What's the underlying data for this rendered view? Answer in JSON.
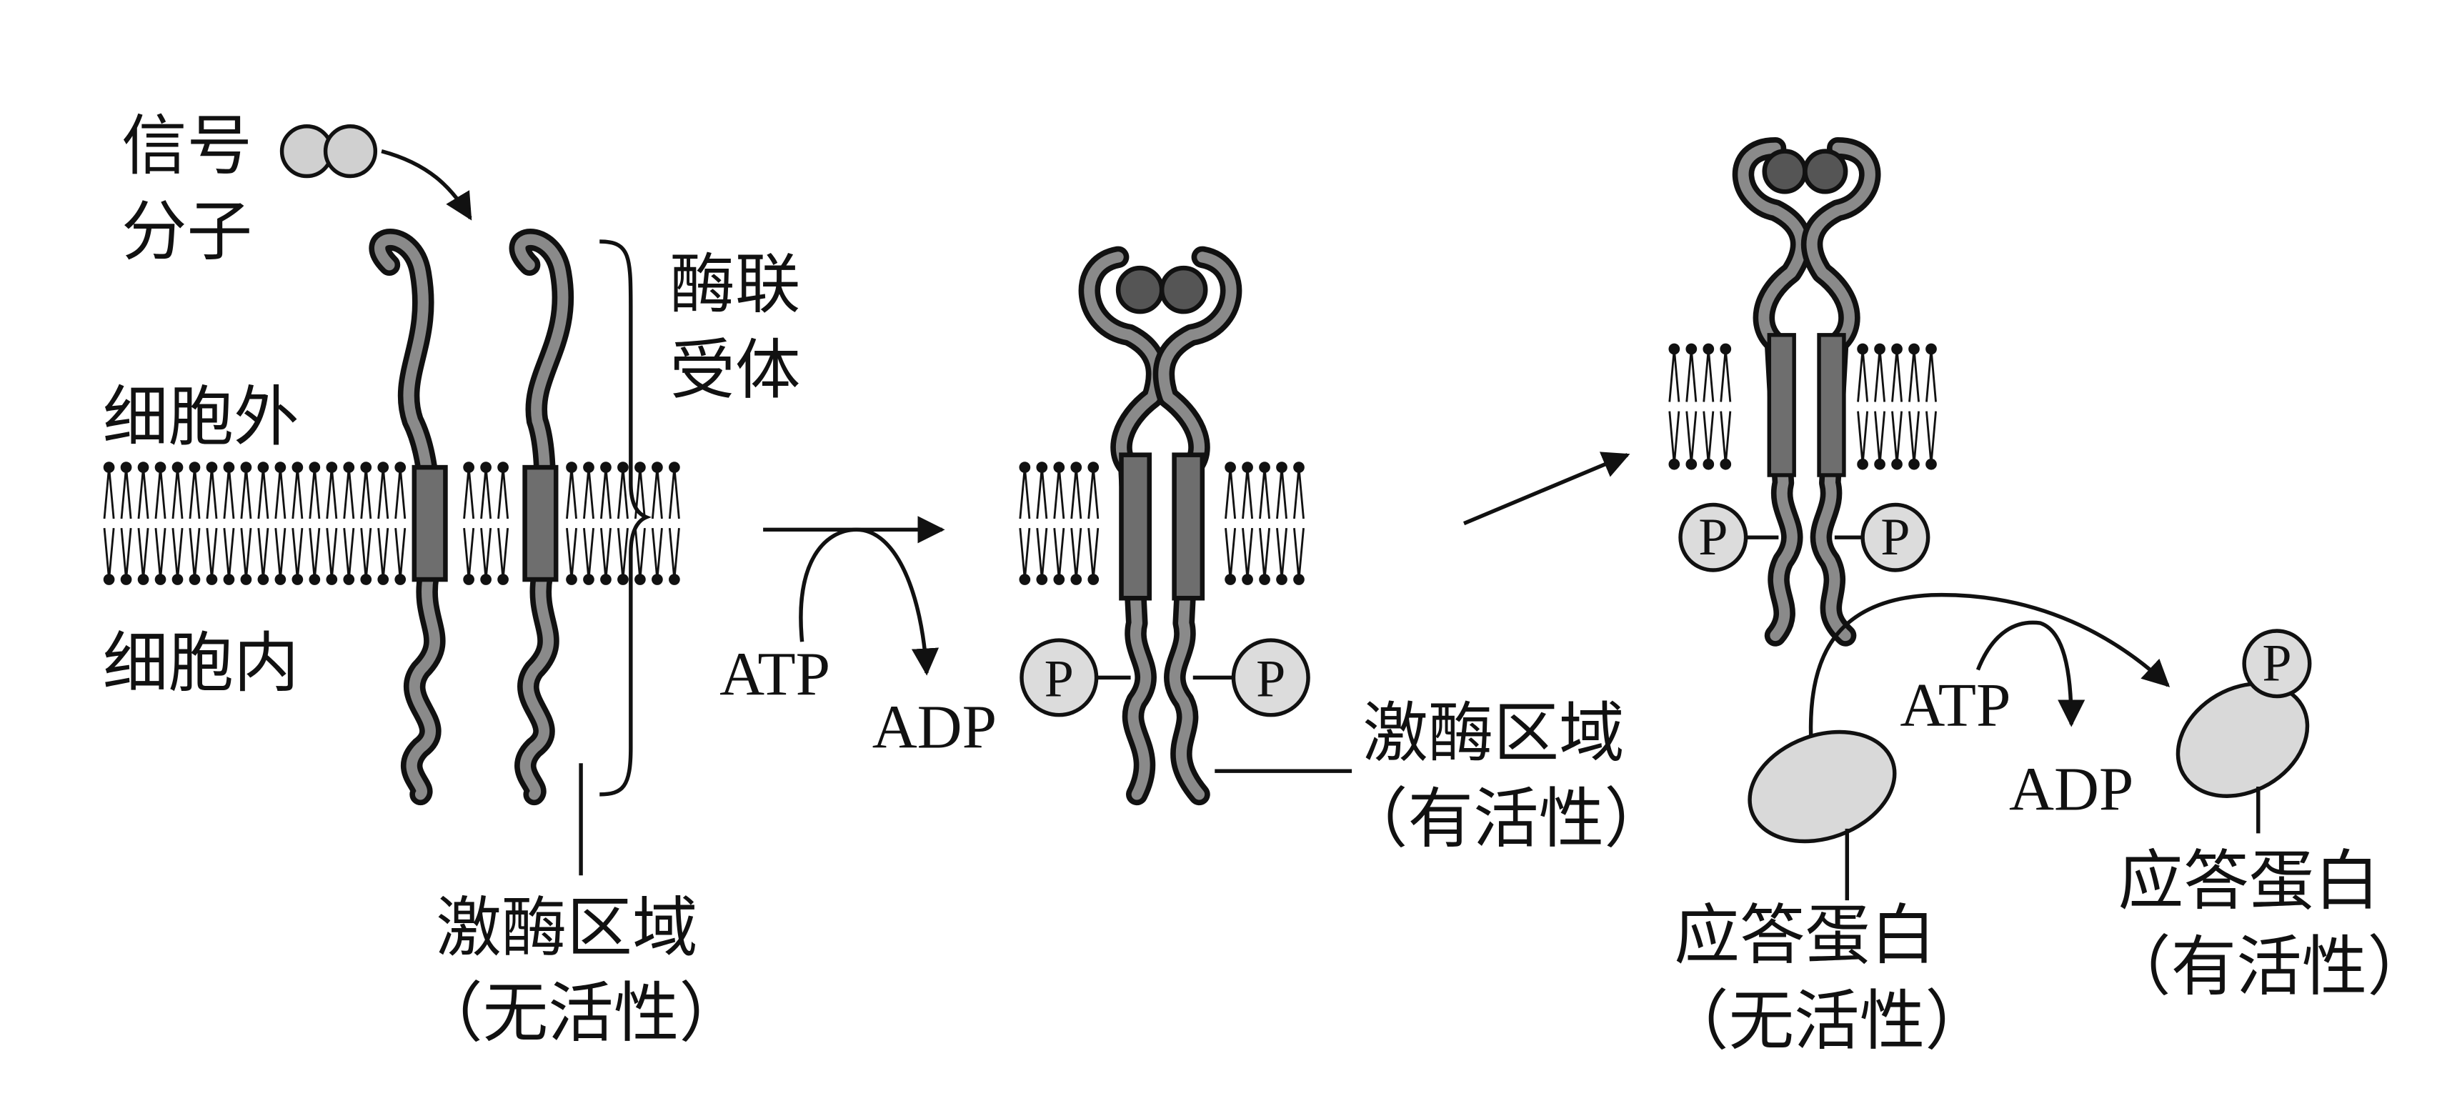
{
  "title": "酶联受体信号转导示意图",
  "labels": {
    "signal_molecule_1": "信号",
    "signal_molecule_2": "分子",
    "receptor_1": "酶联",
    "receptor_2": "受体",
    "extracellular": "细胞外",
    "intracellular": "细胞内",
    "kinase_inactive_1": "激酶区域",
    "kinase_inactive_2": "（无活性）",
    "kinase_active_1": "激酶区域",
    "kinase_active_2": "（有活性）",
    "response_inactive_1": "应答蛋白",
    "response_inactive_2": "（无活性）",
    "response_active_1": "应答蛋白",
    "response_active_2": "（有活性）",
    "atp_1": "ATP",
    "adp_1": "ADP",
    "atp_2": "ATP",
    "adp_2": "ADP",
    "phosphate": "P"
  },
  "colors": {
    "receptor": "#8a8a8a",
    "phosphate": "#dcdcdc",
    "protein": "#d9d9d9",
    "ligand": "#555555"
  }
}
